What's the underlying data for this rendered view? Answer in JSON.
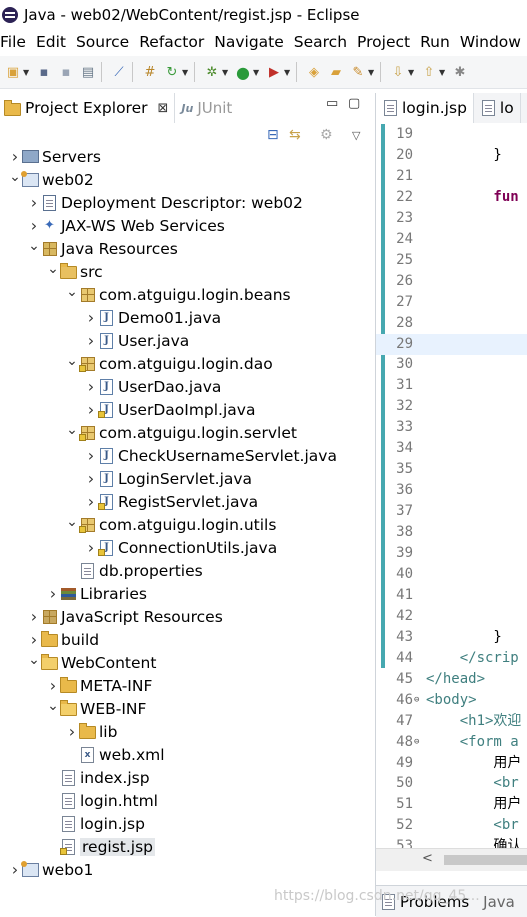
{
  "window": {
    "title": "Java - web02/WebContent/regist.jsp - Eclipse"
  },
  "menu": [
    "File",
    "Edit",
    "Source",
    "Refactor",
    "Navigate",
    "Search",
    "Project",
    "Run",
    "Window"
  ],
  "explorer": {
    "tab_label": "Project Explorer",
    "tab_close": "⊠",
    "inactive_tab": "JUnit",
    "minimize": "▭",
    "maximize": "▢"
  },
  "tree": [
    {
      "label": "Servers",
      "icon": "servers",
      "depth": 0,
      "twisty": "closed"
    },
    {
      "label": "web02",
      "icon": "project",
      "depth": 0,
      "twisty": "open"
    },
    {
      "label": "Deployment Descriptor: web02",
      "icon": "descriptor",
      "depth": 1,
      "twisty": "closed"
    },
    {
      "label": "JAX-WS Web Services",
      "icon": "webservices",
      "depth": 1,
      "twisty": "closed"
    },
    {
      "label": "Java Resources",
      "icon": "javares",
      "depth": 1,
      "twisty": "open"
    },
    {
      "label": "src",
      "icon": "srcfolder",
      "depth": 2,
      "twisty": "open"
    },
    {
      "label": "com.atguigu.login.beans",
      "icon": "package",
      "depth": 3,
      "twisty": "open"
    },
    {
      "label": "Demo01.java",
      "icon": "java",
      "depth": 4,
      "twisty": "closed"
    },
    {
      "label": "User.java",
      "icon": "java",
      "depth": 4,
      "twisty": "closed"
    },
    {
      "label": "com.atguigu.login.dao",
      "icon": "package-warn",
      "depth": 3,
      "twisty": "open"
    },
    {
      "label": "UserDao.java",
      "icon": "java",
      "depth": 4,
      "twisty": "closed"
    },
    {
      "label": "UserDaoImpl.java",
      "icon": "java-warn",
      "depth": 4,
      "twisty": "closed"
    },
    {
      "label": "com.atguigu.login.servlet",
      "icon": "package-warn",
      "depth": 3,
      "twisty": "open"
    },
    {
      "label": "CheckUsernameServlet.java",
      "icon": "java",
      "depth": 4,
      "twisty": "closed"
    },
    {
      "label": "LoginServlet.java",
      "icon": "java",
      "depth": 4,
      "twisty": "closed"
    },
    {
      "label": "RegistServlet.java",
      "icon": "java-warn",
      "depth": 4,
      "twisty": "closed"
    },
    {
      "label": "com.atguigu.login.utils",
      "icon": "package-warn",
      "depth": 3,
      "twisty": "open"
    },
    {
      "label": "ConnectionUtils.java",
      "icon": "java-warn",
      "depth": 4,
      "twisty": "closed"
    },
    {
      "label": "db.properties",
      "icon": "file",
      "depth": 3,
      "twisty": "none"
    },
    {
      "label": "Libraries",
      "icon": "library",
      "depth": 2,
      "twisty": "closed"
    },
    {
      "label": "JavaScript Resources",
      "icon": "jsres",
      "depth": 1,
      "twisty": "closed"
    },
    {
      "label": "build",
      "icon": "folder",
      "depth": 1,
      "twisty": "closed"
    },
    {
      "label": "WebContent",
      "icon": "folder-open",
      "depth": 1,
      "twisty": "open"
    },
    {
      "label": "META-INF",
      "icon": "folder",
      "depth": 2,
      "twisty": "closed"
    },
    {
      "label": "WEB-INF",
      "icon": "folder-open",
      "depth": 2,
      "twisty": "open"
    },
    {
      "label": "lib",
      "icon": "folder",
      "depth": 3,
      "twisty": "closed"
    },
    {
      "label": "web.xml",
      "icon": "xml",
      "depth": 3,
      "twisty": "none"
    },
    {
      "label": "index.jsp",
      "icon": "jsp",
      "depth": 2,
      "twisty": "none"
    },
    {
      "label": "login.html",
      "icon": "file",
      "depth": 2,
      "twisty": "none"
    },
    {
      "label": "login.jsp",
      "icon": "jsp",
      "depth": 2,
      "twisty": "none"
    },
    {
      "label": "regist.jsp",
      "icon": "jsp-warn",
      "depth": 2,
      "twisty": "none",
      "selected": true
    },
    {
      "label": "webo1",
      "icon": "project",
      "depth": 0,
      "twisty": "closed"
    }
  ],
  "editor": {
    "tabs": [
      "login.jsp",
      "lo"
    ],
    "lines": [
      {
        "n": "19",
        "text": "",
        "fold": false
      },
      {
        "n": "20",
        "text": "        }",
        "fold": false
      },
      {
        "n": "21",
        "text": "",
        "fold": false
      },
      {
        "n": "22",
        "text": "        fun",
        "fold": false,
        "kw": true
      },
      {
        "n": "23",
        "text": "",
        "fold": false
      },
      {
        "n": "24",
        "text": "",
        "fold": false
      },
      {
        "n": "25",
        "text": "",
        "fold": false
      },
      {
        "n": "26",
        "text": "",
        "fold": false
      },
      {
        "n": "27",
        "text": "",
        "fold": false
      },
      {
        "n": "28",
        "text": "",
        "fold": false
      },
      {
        "n": "29",
        "text": "",
        "fold": false,
        "highlight": true
      },
      {
        "n": "30",
        "text": "",
        "fold": false
      },
      {
        "n": "31",
        "text": "",
        "fold": false
      },
      {
        "n": "32",
        "text": "",
        "fold": false
      },
      {
        "n": "33",
        "text": "",
        "fold": false
      },
      {
        "n": "34",
        "text": "",
        "fold": false
      },
      {
        "n": "35",
        "text": "",
        "fold": false
      },
      {
        "n": "36",
        "text": "",
        "fold": false
      },
      {
        "n": "37",
        "text": "",
        "fold": false
      },
      {
        "n": "38",
        "text": "",
        "fold": false
      },
      {
        "n": "39",
        "text": "",
        "fold": false
      },
      {
        "n": "40",
        "text": "",
        "fold": false
      },
      {
        "n": "41",
        "text": "",
        "fold": false
      },
      {
        "n": "42",
        "text": "",
        "fold": false
      },
      {
        "n": "43",
        "text": "        }",
        "fold": false
      },
      {
        "n": "44",
        "text": "    </scrip",
        "fold": false,
        "tag": true
      },
      {
        "n": "45",
        "text": "</head>",
        "fold": false,
        "tag": true
      },
      {
        "n": "46",
        "text": "<body>",
        "fold": true,
        "tag": true
      },
      {
        "n": "47",
        "text": "    <h1>欢迎",
        "fold": false,
        "tag": true
      },
      {
        "n": "48",
        "text": "    <form a",
        "fold": true,
        "tag": true
      },
      {
        "n": "49",
        "text": "        用户",
        "fold": false
      },
      {
        "n": "50",
        "text": "        <br",
        "fold": false,
        "tag": true
      },
      {
        "n": "51",
        "text": "        用户",
        "fold": false
      },
      {
        "n": "52",
        "text": "        <br",
        "fold": false,
        "tag": true
      },
      {
        "n": "53",
        "text": "        确认",
        "fold": false
      }
    ],
    "scroll_left": "<"
  },
  "bottom_panel": {
    "tab": "Problems",
    "tab2": "Java"
  },
  "watermark": "https://blog.csdn.net/qq_45..."
}
